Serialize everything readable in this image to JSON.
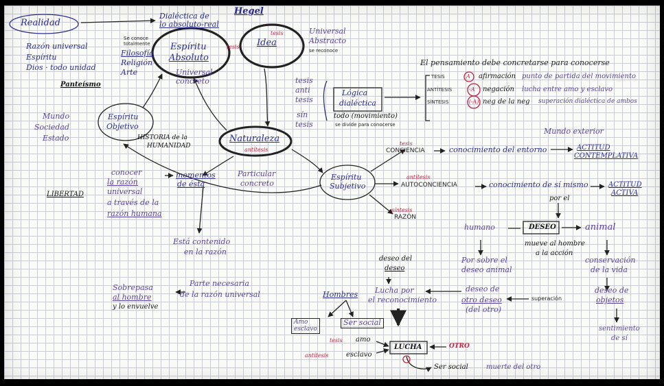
{
  "diagram": {
    "realidad": "Realidad",
    "dialectica": "Dialéctica de",
    "dialectica2": "lo absoluto-real",
    "hegel": "Hegel",
    "realidad_notes": [
      "Razón universal",
      "Espíritu",
      "Dios · todo unidad",
      "Panteísmo"
    ],
    "se_conoce": [
      "Se conoce",
      "totalmente"
    ],
    "filosofia": [
      "Filosofía",
      "Religión",
      "Arte"
    ],
    "espiritu_absoluto": [
      "Espíritu",
      "Absoluto"
    ],
    "tesis_mark": "tesis",
    "idea": "Idea",
    "idea_mark": "tesis",
    "universal_abstracto": [
      "Universal",
      "Abstracto",
      "se reconoce"
    ],
    "universal_concreto": [
      "Universal",
      "concreto"
    ],
    "pensamiento_title": "El pensamiento debe concretarse para conocerse",
    "logica_box": [
      "Lógica",
      "dialéctica"
    ],
    "logica_note": [
      "todo (movimiento)",
      "se divide para conocerse"
    ],
    "side_marks": [
      "tesis",
      "anti",
      "tesis",
      "sín",
      "tesis"
    ],
    "tesis_row": [
      "TESIS",
      "A",
      "afirmación",
      "punto de partida del movimiento"
    ],
    "antitesis_row": [
      "ANTÍTESIS",
      "-A",
      "negación",
      "lucha entre amo y esclavo"
    ],
    "sintesis_row": [
      "SÍNTESIS",
      "-(-A)",
      "neg de la neg",
      "superación dialéctica de ambos"
    ],
    "espiritu_objetivo": [
      "Espíritu",
      "Objetivo"
    ],
    "mundo_estado": [
      "Mundo",
      "Sociedad",
      "Estado"
    ],
    "historia": [
      "HISTORIA de la",
      "HUMANIDAD"
    ],
    "naturaleza": "Naturaleza",
    "naturaleza_mark": "antítesis",
    "mundo_exterior": "Mundo exterior",
    "espiritu_subjetivo": [
      "Espíritu",
      "Subjetivo"
    ],
    "tesis_small": "tesis",
    "conciencia": "CONCIENCIA",
    "conocimiento_entorno": "conocimiento del entorno",
    "actitud_contemplativa": [
      "ACTITUD",
      "CONTEMPLATIVA"
    ],
    "antitesis_small": "antítesis",
    "autoconciencia": "AUTOCONCIENCIA",
    "conocimiento_si": "conocimiento de sí mismo",
    "actitud_activa": [
      "ACTITUD",
      "ACTIVA"
    ],
    "por_el": "por el",
    "sintesis_small": "síntesis",
    "razon": "RAZÓN",
    "conocer": [
      "conocer",
      "la razón",
      "universal",
      "a través de la",
      "razón humana"
    ],
    "momentos": [
      "momentos",
      "de ésta"
    ],
    "particular": [
      "Particular",
      "concreto"
    ],
    "libertad": "LIBERTAD",
    "humano": "humano",
    "deseo": "DESEO",
    "animal": "animal",
    "mueve": [
      "mueve al hombre",
      "a la acción"
    ],
    "conservacion": [
      "conservación",
      "de la vida"
    ],
    "esta_contenido": [
      "Está contenido",
      "en la razón"
    ],
    "deseo_del_deseo": [
      "deseo del",
      "deseo"
    ],
    "por_sobre": [
      "Por sobre el",
      "deseo animal"
    ],
    "deseo_otro": [
      "deseo de",
      "otro deseo",
      "(del otro)"
    ],
    "superacion": "superación",
    "deseo_objetos": [
      "deseo de",
      "objetos"
    ],
    "sentimiento": [
      "sentimiento",
      "de sí"
    ],
    "sobrepasa": [
      "Sobrepasa",
      "al hombre",
      "y lo envuelve"
    ],
    "parte": [
      "Parte necesaria",
      "de la razón universal"
    ],
    "lucha_por": [
      "Lucha por",
      "el reconocimiento"
    ],
    "hombres": "Hombres",
    "amo": [
      "Amo",
      "esclavo"
    ],
    "ser_social": "Ser social",
    "amo_red": "tesis",
    "amo_word": "amo",
    "esclavo_red": "antítesis",
    "esclavo_word": "esclavo",
    "lucha": "LUCHA",
    "otro": "OTRO",
    "ser_social_bottom": "Ser social",
    "muerte": "muerte del otro"
  },
  "colors": {
    "ink_blue": "#2a2c92",
    "ink_purple": "#5b41a6",
    "ink_black": "#141414",
    "ink_red": "#c81e3c"
  }
}
